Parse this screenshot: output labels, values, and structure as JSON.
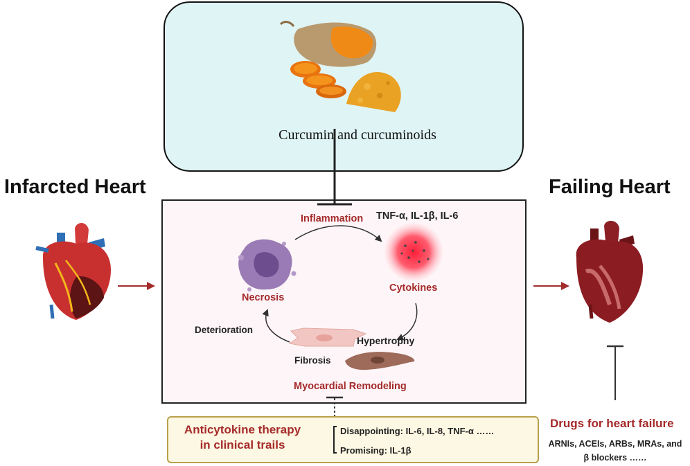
{
  "top": {
    "caption": "Curcumin and curcuminoids",
    "image_icon": "turmeric-root-icon"
  },
  "left": {
    "title": "Infarcted Heart",
    "image_icon": "infarcted-heart-icon"
  },
  "right": {
    "title": "Failing Heart",
    "image_icon": "failing-heart-icon"
  },
  "cycle": {
    "inflammation": "Inflammation",
    "cytokine_list": "TNF-α, IL-1β, IL-6",
    "cytokines": "Cytokines",
    "necrosis": "Necrosis",
    "deterioration": "Deterioration",
    "hypertrophy": "Hypertrophy",
    "fibrosis": "Fibrosis",
    "remodeling": "Myocardial Remodeling",
    "icons": [
      "necrotic-cell-icon",
      "cytokine-cloud-icon",
      "fibrosis-cell-icon",
      "hypertrophy-cell-icon"
    ]
  },
  "anticytokine": {
    "title": "Anticytokine therapy in clinical trails",
    "disappointing": "Disappointing: IL-6, IL-8, TNF-α ……",
    "promising": "Promising: IL-1β"
  },
  "drugs": {
    "title": "Drugs for heart failure",
    "line1": "ARNIs, ACEIs, ARBs, MRAs, and",
    "line2": "β blockers ……"
  },
  "colors": {
    "accent_red": "#a52a2a",
    "top_box_bg": "#dff4f4",
    "main_box_bg": "#fdf5f8",
    "trial_box_border": "#b8a04a"
  }
}
